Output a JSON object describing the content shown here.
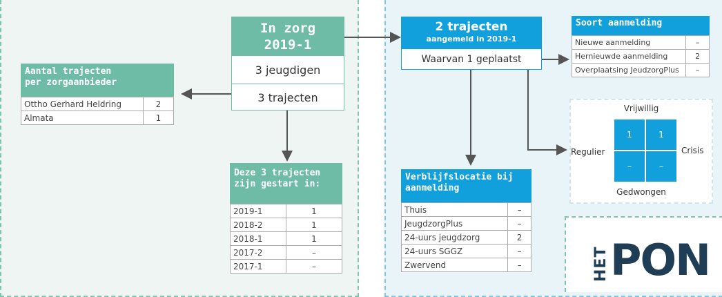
{
  "in_zorg": {
    "title": "In zorg\n2019-1",
    "jeugdigen": "3 jeugdigen",
    "trajecten": "3 trajecten"
  },
  "zorgaanbieder": {
    "title": "Aantal trajecten\nper zorgaanbieder",
    "rows": [
      {
        "label": "Ottho Gerhard Heldring",
        "value": "2"
      },
      {
        "label": "Almata",
        "value": "1"
      }
    ]
  },
  "gestart": {
    "title": "Deze 3 trajecten\nzijn gestart in:",
    "rows": [
      {
        "label": "2019-1",
        "value": "1"
      },
      {
        "label": "2018-2",
        "value": "1"
      },
      {
        "label": "2018-1",
        "value": "1"
      },
      {
        "label": "2017-2",
        "value": "–"
      },
      {
        "label": "2017-1",
        "value": "–"
      }
    ]
  },
  "aangemeld": {
    "title": "2 trajecten",
    "subtitle": "aangemeld in 2019-1",
    "geplaatst": "Waarvan 1 geplaatst"
  },
  "soort": {
    "title": "Soort aanmelding",
    "rows": [
      {
        "label": "Nieuwe aanmelding",
        "value": "–"
      },
      {
        "label": "Hernieuwde aanmelding",
        "value": "2"
      },
      {
        "label": "Overplaatsing JeudzorgPlus",
        "value": "–"
      }
    ]
  },
  "matrix": {
    "top": "Vrijwillig",
    "bottom": "Gedwongen",
    "left": "Regulier",
    "right": "Crisis",
    "cells": [
      "1",
      "1",
      "–",
      "–"
    ]
  },
  "verblijf": {
    "title": "Verblijfslocatie bij\naanmelding",
    "rows": [
      {
        "label": "Thuis",
        "value": "–"
      },
      {
        "label": "JeugdzorgPlus",
        "value": "–"
      },
      {
        "label": "24-uurs jeugdzorg",
        "value": "2"
      },
      {
        "label": "24-uurs SGGZ",
        "value": "–"
      },
      {
        "label": "Zwervend",
        "value": "–"
      }
    ]
  },
  "logo": {
    "side": "HET",
    "main": "PON"
  },
  "colors": {
    "teal": "#6ebca6",
    "blue": "#12a0dd",
    "logo_dark": "#1f3d54",
    "logo_accent": "#2ab3e6"
  }
}
